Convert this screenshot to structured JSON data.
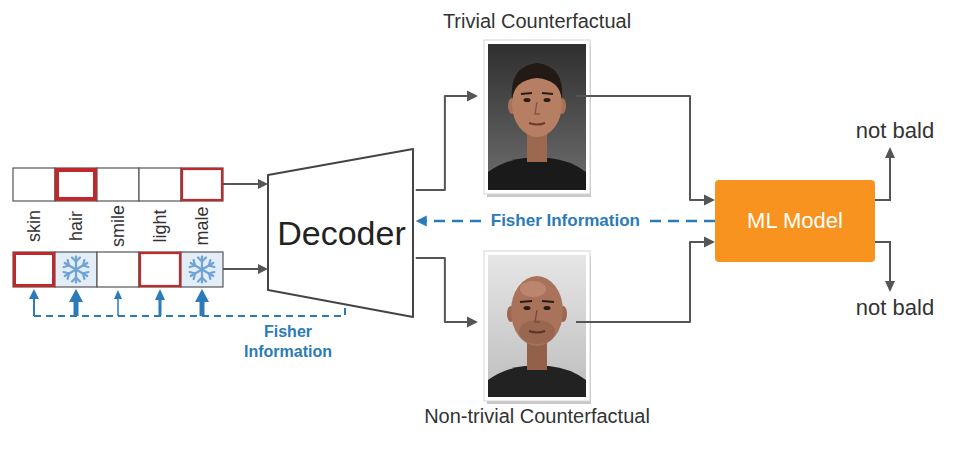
{
  "diagram": {
    "nodes": [
      {
        "text": [
          "Decoder"
        ]
      },
      {
        "text": [
          "Trivial Counterfactual"
        ]
      },
      {
        "text": [
          "Non-trivial Counterfactual"
        ]
      },
      {
        "text": [
          "ML Model"
        ]
      }
    ],
    "edges": [
      {
        "from": 0,
        "to": 1,
        "arrow": "to"
      },
      {
        "from": 0,
        "to": 2,
        "arrow": "to"
      },
      {
        "from": 1,
        "to": 3,
        "arrow": "to"
      },
      {
        "from": 2,
        "to": 3,
        "arrow": "to"
      },
      {
        "from": 3,
        "to": 0,
        "label": "Fisher Information",
        "arrow": "to"
      }
    ],
    "labels": [
      "skin",
      "hair",
      "smile",
      "light",
      "male",
      "Fisher Information",
      "not bald",
      "not bald"
    ]
  }
}
